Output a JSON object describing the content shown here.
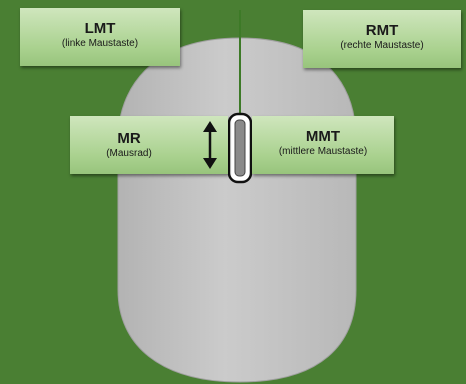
{
  "colors": {
    "background": "#4a7f33",
    "mouse_body": "#c4c4c4",
    "label_box": "#a9d18e",
    "divider": "#3d7a27",
    "wheel": "#8a8a8a"
  },
  "labels": {
    "left_button": {
      "title": "LMT",
      "subtitle": "(linke Maustaste)"
    },
    "right_button": {
      "title": "RMT",
      "subtitle": "(rechte Maustaste)"
    },
    "wheel": {
      "title": "MR",
      "subtitle": "(Mausrad)"
    },
    "middle_button": {
      "title": "MMT",
      "subtitle": "(mittlere Maustaste)"
    }
  },
  "icons": {
    "scroll_arrow": "double-headed-vertical-arrow-icon"
  }
}
